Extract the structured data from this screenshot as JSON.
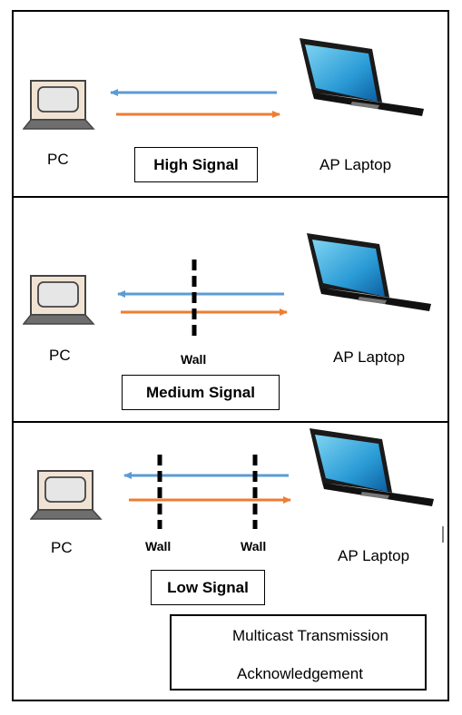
{
  "panels": [
    {
      "pc_label": "PC",
      "ap_label": "AP Laptop",
      "signal_label": "High Signal",
      "walls": []
    },
    {
      "pc_label": "PC",
      "ap_label": "AP Laptop",
      "signal_label": "Medium Signal",
      "walls": [
        "Wall"
      ]
    },
    {
      "pc_label": "PC",
      "ap_label": "AP Laptop",
      "signal_label": "Low Signal",
      "walls": [
        "Wall",
        "Wall"
      ]
    }
  ],
  "legend": {
    "items": [
      {
        "label": "Multicast Transmission",
        "color": "#5b9bd5"
      },
      {
        "label": "Acknowledgement",
        "color": "#ed7d31"
      }
    ]
  },
  "colors": {
    "multicast": "#5b9bd5",
    "ack": "#ed7d31"
  }
}
